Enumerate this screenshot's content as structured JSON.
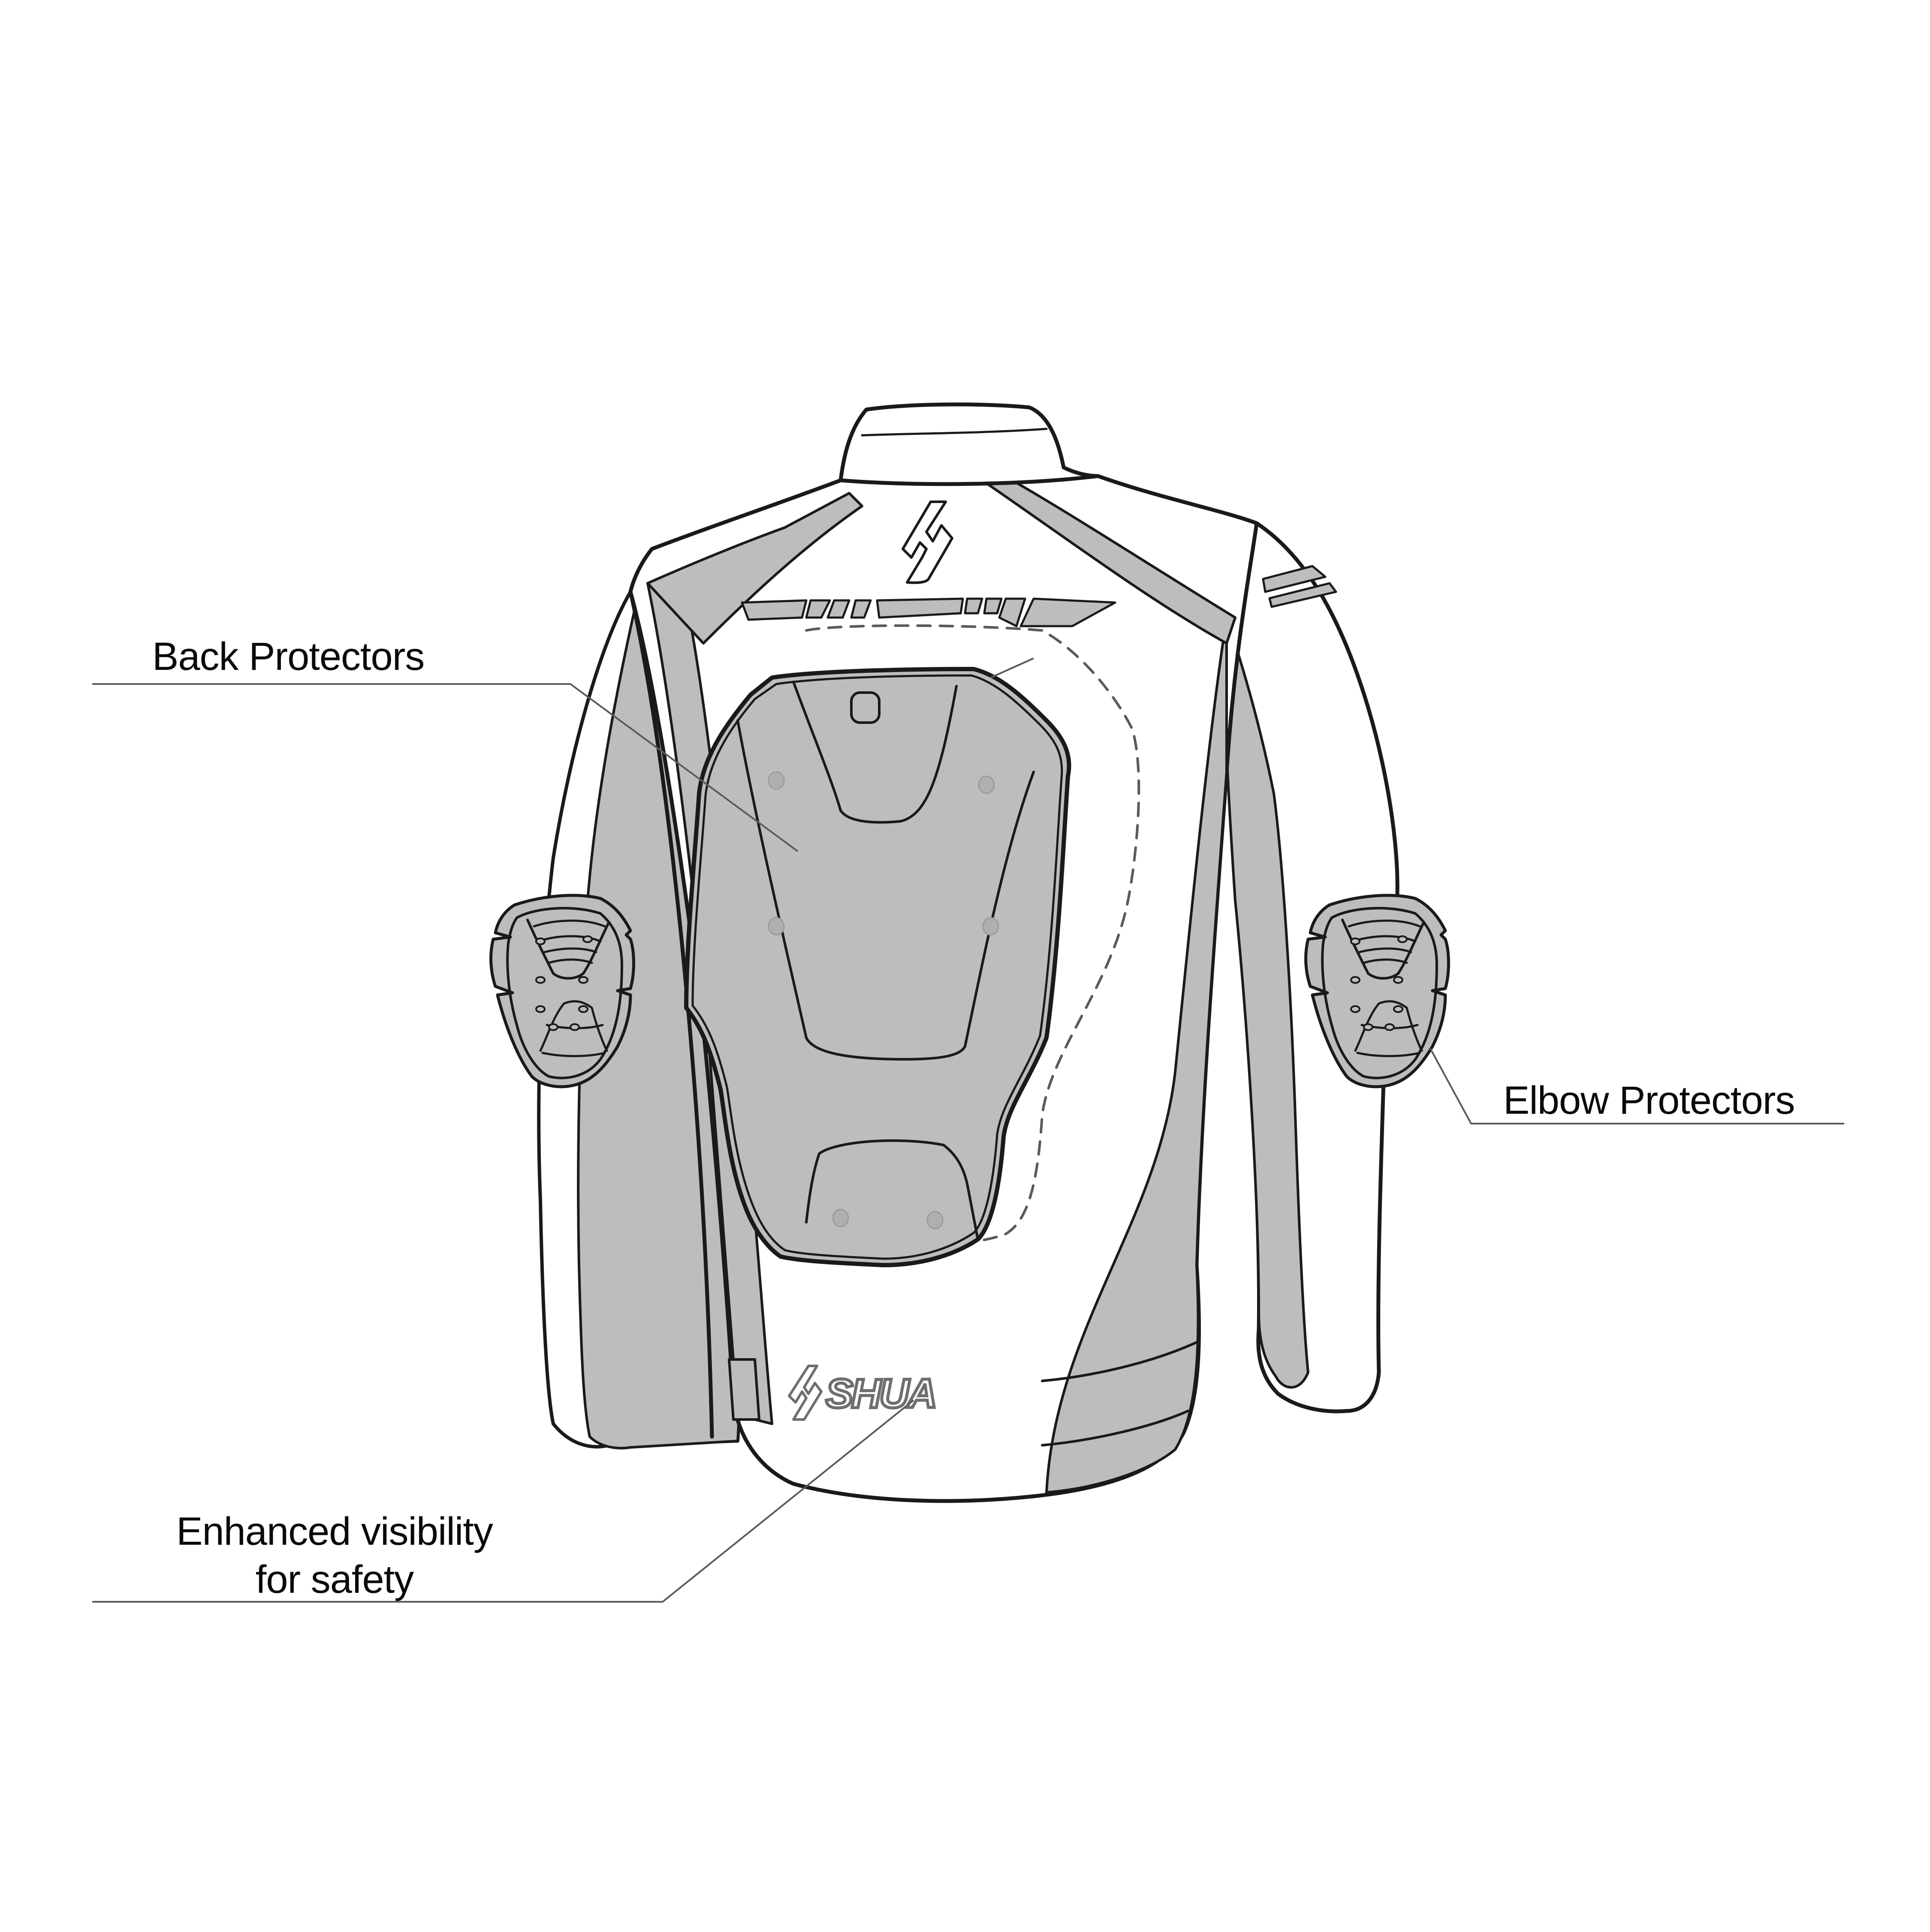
{
  "diagram": {
    "subject": "Motorcycle jacket, back view",
    "brand_logo_text": "SHUA",
    "colors": {
      "background": "#ffffff",
      "outline": "#1a1a1a",
      "panel_gray": "#bcbdbf",
      "light_gray": "#d2d3d5",
      "leader_line": "#5a5a5a",
      "logo_gray": "#6d6e70"
    }
  },
  "callouts": [
    {
      "id": "back-protectors",
      "text": "Back Protectors"
    },
    {
      "id": "elbow-protectors",
      "text": "Elbow Protectors"
    },
    {
      "id": "enhanced-visibility",
      "lines": [
        "Enhanced visibility",
        "for safety"
      ]
    }
  ]
}
